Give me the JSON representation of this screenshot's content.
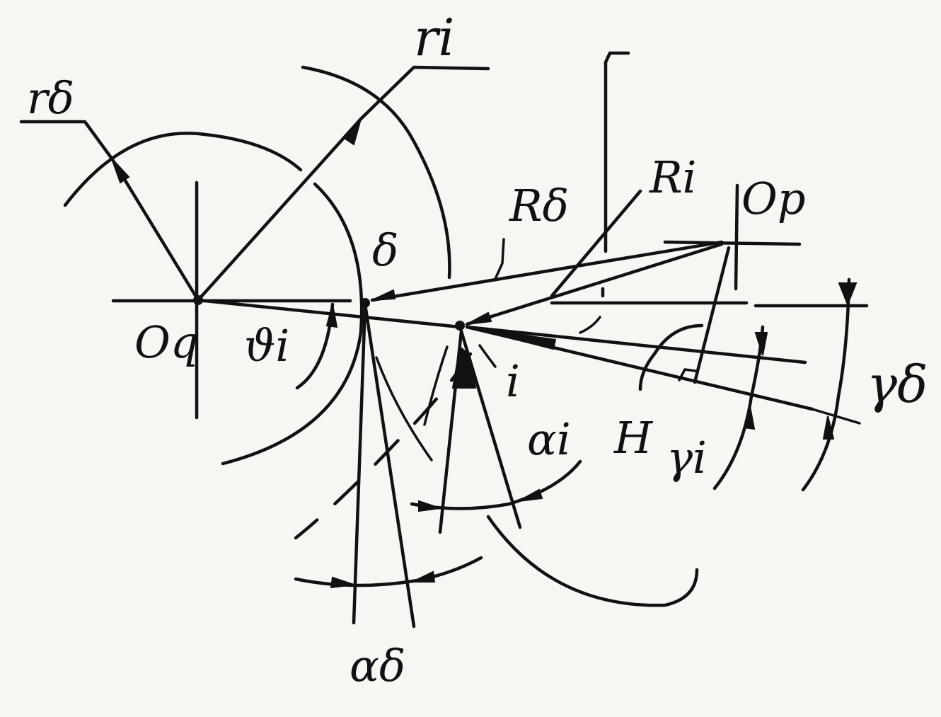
{
  "labels": {
    "r_delta": "rδ",
    "r_i": "ri",
    "R_delta": "Rδ",
    "R_i": "Ri",
    "O_p": "Op",
    "O_q": "Oq",
    "delta": "δ",
    "theta_i": "ϑi",
    "i": "i",
    "alpha_i": "αi",
    "H": "H",
    "gamma_i": "γi",
    "gamma_delta": "γδ",
    "alpha_delta": "αδ"
  }
}
